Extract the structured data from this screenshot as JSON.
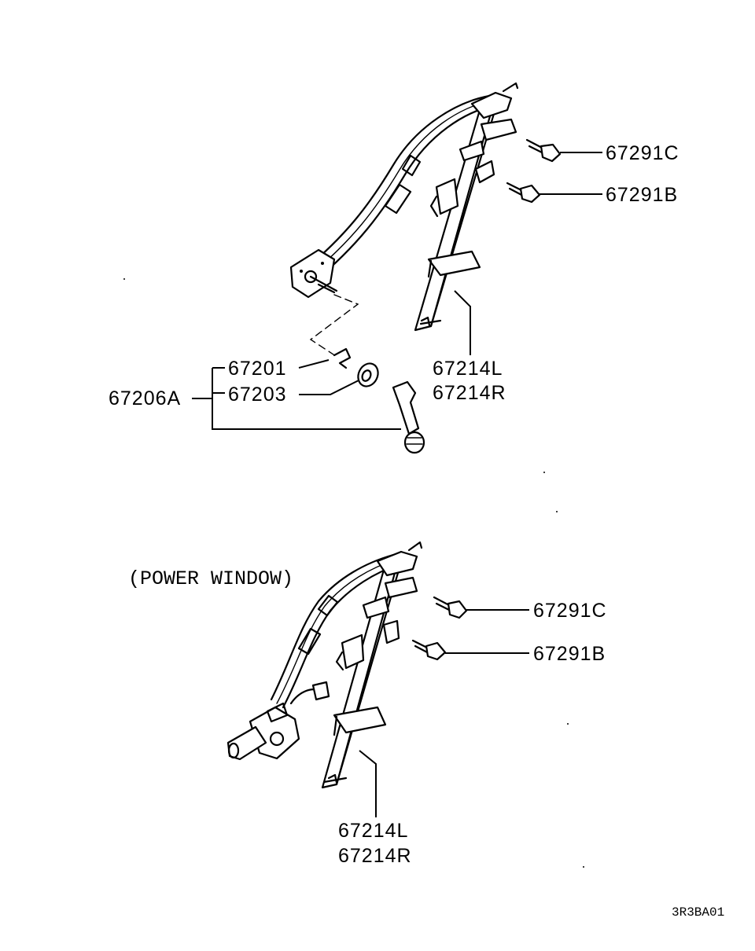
{
  "labels": {
    "top_bolt_c": "67291C",
    "top_bolt_b": "67291B",
    "clip": "67201",
    "escutcheon": "67203",
    "handle_set": "67206A",
    "top_regulator_l": "67214L",
    "top_regulator_r": "67214R",
    "power_caption": "(POWER WINDOW)",
    "pw_bolt_c": "67291C",
    "pw_bolt_b": "67291B",
    "pw_regulator_l": "67214L",
    "pw_regulator_r": "67214R",
    "figure_code": "3R3BA01"
  },
  "icons": {
    "manual_regulator": "window-regulator-manual-icon",
    "power_regulator": "window-regulator-power-icon",
    "bolt": "bolt-icon",
    "clip": "spring-clip-icon",
    "escutcheon": "escutcheon-washer-icon",
    "handle": "window-crank-handle-icon",
    "motor": "window-motor-icon"
  }
}
